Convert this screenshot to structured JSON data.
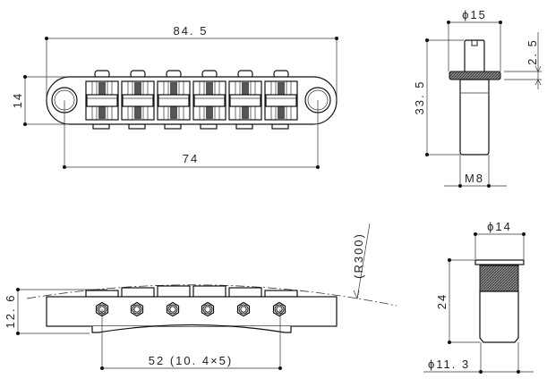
{
  "title": "Tune-o-matic bridge dimension drawing",
  "top_view": {
    "overall_length": "84. 5",
    "height": "14",
    "post_spacing": "74"
  },
  "post": {
    "head_diameter": "ϕ15",
    "wheel_thickness": "2. 5",
    "length": "33. 5",
    "thread": "M8"
  },
  "side_view": {
    "height": "12. 6",
    "radius": "(R300)",
    "saddle_spacing": "52 (10. 4×5)"
  },
  "ferrule": {
    "flange_diameter": "ϕ14",
    "length": "24",
    "body_diameter": "ϕ11. 3"
  }
}
